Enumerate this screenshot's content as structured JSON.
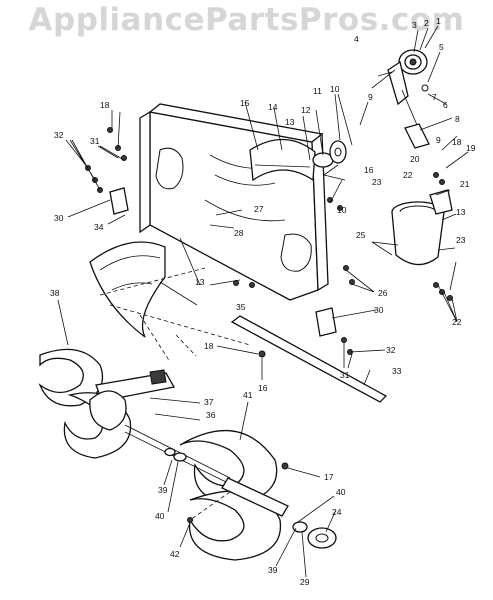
{
  "watermark": "AppliancePartsPros.com",
  "callouts": [
    {
      "id": "c1",
      "text": "1"
    },
    {
      "id": "c2",
      "text": "2"
    },
    {
      "id": "c3",
      "text": "3"
    },
    {
      "id": "c4",
      "text": "4"
    },
    {
      "id": "c5",
      "text": "5"
    },
    {
      "id": "c6",
      "text": "6"
    },
    {
      "id": "c7",
      "text": "7"
    },
    {
      "id": "c8",
      "text": "8"
    },
    {
      "id": "c9a",
      "text": "9"
    },
    {
      "id": "c9b",
      "text": "9"
    },
    {
      "id": "c10a",
      "text": "10"
    },
    {
      "id": "c10b",
      "text": "10"
    },
    {
      "id": "c11",
      "text": "11"
    },
    {
      "id": "c12",
      "text": "12"
    },
    {
      "id": "c13a",
      "text": "13"
    },
    {
      "id": "c13b",
      "text": "13"
    },
    {
      "id": "c13c",
      "text": "13"
    },
    {
      "id": "c14",
      "text": "14"
    },
    {
      "id": "c15",
      "text": "15"
    },
    {
      "id": "c16a",
      "text": "16"
    },
    {
      "id": "c16b",
      "text": "16"
    },
    {
      "id": "c17",
      "text": "17"
    },
    {
      "id": "c18a",
      "text": "18"
    },
    {
      "id": "c18b",
      "text": "18"
    },
    {
      "id": "c18c",
      "text": "18"
    },
    {
      "id": "c19",
      "text": "19"
    },
    {
      "id": "c20",
      "text": "20"
    },
    {
      "id": "c21",
      "text": "21"
    },
    {
      "id": "c22a",
      "text": "22"
    },
    {
      "id": "c22b",
      "text": "22"
    },
    {
      "id": "c23a",
      "text": "23"
    },
    {
      "id": "c23b",
      "text": "23"
    },
    {
      "id": "c24",
      "text": "24"
    },
    {
      "id": "c25",
      "text": "25"
    },
    {
      "id": "c26",
      "text": "26"
    },
    {
      "id": "c27",
      "text": "27"
    },
    {
      "id": "c28",
      "text": "28"
    },
    {
      "id": "c29",
      "text": "29"
    },
    {
      "id": "c30a",
      "text": "30"
    },
    {
      "id": "c30b",
      "text": "30"
    },
    {
      "id": "c31a",
      "text": "31"
    },
    {
      "id": "c31b",
      "text": "31"
    },
    {
      "id": "c32a",
      "text": "32"
    },
    {
      "id": "c32b",
      "text": "32"
    },
    {
      "id": "c33",
      "text": "33"
    },
    {
      "id": "c34",
      "text": "34"
    },
    {
      "id": "c35",
      "text": "35"
    },
    {
      "id": "c36",
      "text": "36"
    },
    {
      "id": "c37",
      "text": "37"
    },
    {
      "id": "c38",
      "text": "38"
    },
    {
      "id": "c39a",
      "text": "39"
    },
    {
      "id": "c39b",
      "text": "39"
    },
    {
      "id": "c40a",
      "text": "40"
    },
    {
      "id": "c40b",
      "text": "40"
    },
    {
      "id": "c41",
      "text": "41"
    },
    {
      "id": "c42",
      "text": "42"
    }
  ]
}
